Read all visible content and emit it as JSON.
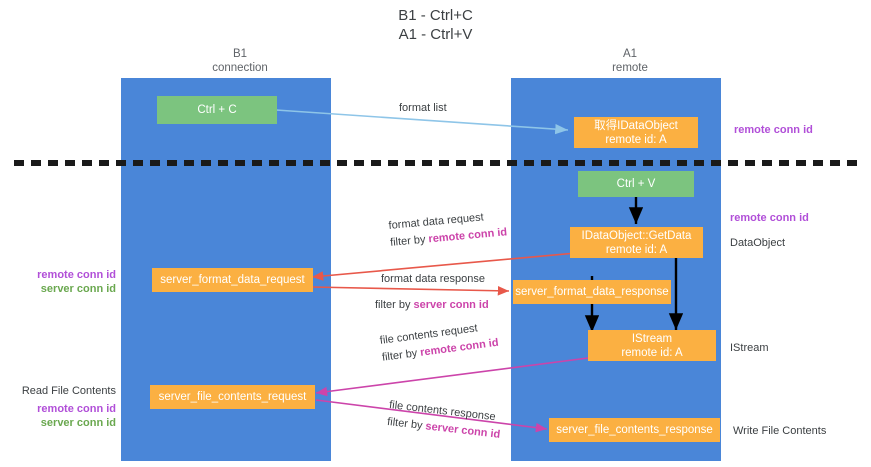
{
  "title": {
    "line1": "B1 - Ctrl+C",
    "line2": "A1 - Ctrl+V"
  },
  "columns": [
    {
      "name": "B1",
      "sub": "connection"
    },
    {
      "name": "A1",
      "sub": "remote"
    }
  ],
  "nodes": {
    "ctrl_c": {
      "line1": "Ctrl + C",
      "line2": ""
    },
    "ctrl_v": {
      "line1": "Ctrl + V",
      "line2": ""
    },
    "idataobject": {
      "line1": "取得IDataObject",
      "line2": "remote id: A"
    },
    "getdata": {
      "line1": "IDataObject::GetData",
      "line2": "remote id: A"
    },
    "istream": {
      "line1": "IStream",
      "line2": "remote id: A"
    },
    "server_format_data_request": {
      "line1": "server_format_data_request",
      "line2": ""
    },
    "server_format_data_response": {
      "line1": "server_format_data_response",
      "line2": ""
    },
    "server_file_contents_request": {
      "line1": "server_file_contents_request",
      "line2": ""
    },
    "server_file_contents_response": {
      "line1": "server_file_contents_response",
      "line2": ""
    }
  },
  "edge_labels": {
    "format_list": "format list",
    "format_data_request": "format data request",
    "format_data_request_filter_prefix": "filter by ",
    "format_data_request_filter_key": "remote conn id",
    "format_data_response": "format data response",
    "format_data_response_filter_prefix": "filter by ",
    "format_data_response_filter_key": "server conn id",
    "file_contents_request": "file contents request",
    "file_contents_request_filter_prefix": "filter by ",
    "file_contents_request_filter_key": "remote conn id",
    "file_contents_response": "file contents response",
    "file_contents_response_filter_prefix": "filter by ",
    "file_contents_response_filter_key": "server conn id"
  },
  "side_labels": {
    "right_remote_conn_id_top": "remote conn id",
    "right_remote_conn_id_mid": "remote conn id",
    "right_dataobject": "DataObject",
    "right_istream": "IStream",
    "right_write_file_contents": "Write File Contents",
    "left_remote_conn_id_mid": "remote conn id",
    "left_server_conn_id_mid": "server conn id",
    "left_read_file_contents": "Read File Contents",
    "left_remote_conn_id_bottom": "remote conn id",
    "left_server_conn_id_bottom": "server conn id"
  },
  "colors": {
    "lane": "#4a86d8",
    "green_node": "#7cc47f",
    "orange_node": "#fbb042",
    "purple": "#b14fd8",
    "green_text": "#6aa84f",
    "magenta": "#cc44aa",
    "red_arrow": "#e8584a",
    "blue_arrow": "#8ec5e8",
    "black_arrow": "#000000",
    "divider": "#1a1a1a"
  }
}
